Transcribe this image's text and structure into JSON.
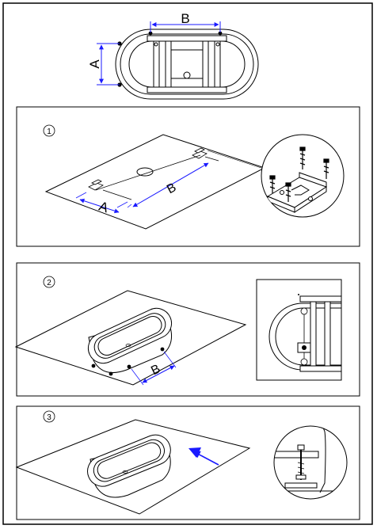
{
  "dimension_labels": {
    "a": "A",
    "b": "B"
  },
  "steps": [
    {
      "number": "1"
    },
    {
      "number": "2"
    },
    {
      "number": "3"
    }
  ],
  "colors": {
    "dimension": "#1a1aff",
    "line": "#000000",
    "arrow": "#1a1aff"
  }
}
